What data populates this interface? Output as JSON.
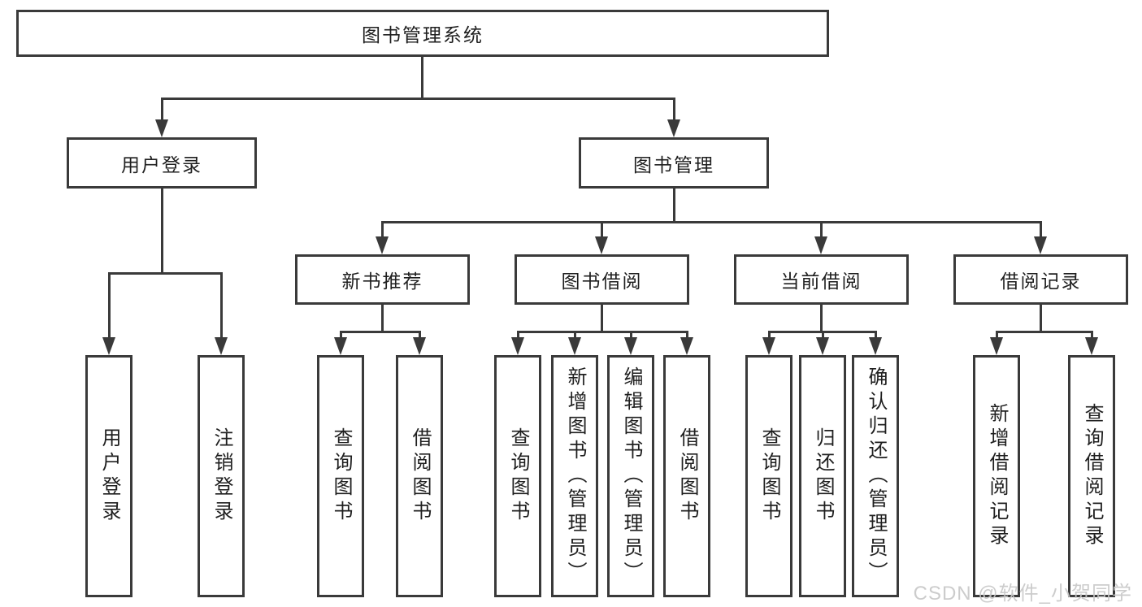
{
  "tree": {
    "root": {
      "label": "图书管理系统"
    },
    "branches": [
      {
        "label": "用户登录",
        "children": [
          {
            "label": "用户登录"
          },
          {
            "label": "注销登录"
          }
        ]
      },
      {
        "label": "图书管理",
        "children": [
          {
            "label": "新书推荐",
            "children": [
              {
                "label": "查询图书"
              },
              {
                "label": "借阅图书"
              }
            ]
          },
          {
            "label": "图书借阅",
            "children": [
              {
                "label": "查询图书"
              },
              {
                "label": "新增图书（管理员）"
              },
              {
                "label": "编辑图书（管理员）"
              },
              {
                "label": "借阅图书"
              }
            ]
          },
          {
            "label": "当前借阅",
            "children": [
              {
                "label": "查询图书"
              },
              {
                "label": "归还图书"
              },
              {
                "label": "确认归还（管理员）"
              }
            ]
          },
          {
            "label": "借阅记录",
            "children": [
              {
                "label": "新增借阅记录"
              },
              {
                "label": "查询借阅记录"
              }
            ]
          }
        ]
      }
    ]
  },
  "watermark": {
    "text": "CSDN @软件_小贺同学"
  },
  "colors": {
    "line": "#3a3a3a",
    "text": "#1f1f1f",
    "watermark": "#c7c7c7",
    "background": "#ffffff"
  }
}
